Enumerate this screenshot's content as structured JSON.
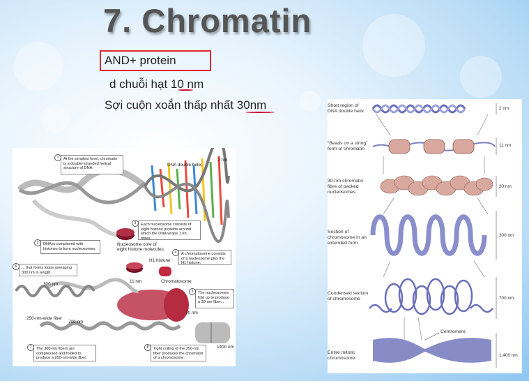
{
  "slide": {
    "title": "7. Chromatin",
    "bullets": [
      "AND+ protein",
      "d chuỗi hạt 10 nm",
      "Sợi cuộn xoắn thấp nhất 30nm"
    ],
    "colors": {
      "highlight_box": "#e0282e",
      "underline": "#c8102e"
    }
  },
  "left_figure": {
    "steps": [
      {
        "n": "1",
        "text": "At the simplest level, chromatin is a double-stranded helical structure of DNA."
      },
      {
        "n": "2",
        "text": "DNA is complexed with histones to form nucleosomes."
      },
      {
        "n": "3",
        "text": "Each nucleosome consists of eight histone proteins around which the DNA wraps 1.65 times."
      },
      {
        "n": "4",
        "text": "A chromatosome consists of a nucleosome plus the H1 histone."
      },
      {
        "n": "5",
        "text": "The nucleosomes fold up to produce a 30-nm fiber..."
      },
      {
        "n": "6",
        "text": "... that forms loops averaging 300 nm in length."
      },
      {
        "n": "7",
        "text": "The 300-nm fibers are compressed and folded to produce a 250-nm-wide fiber."
      },
      {
        "n": "8",
        "text": "Tight coiling of the 250-nm fiber produces the chromatid of a chromosome."
      }
    ],
    "labels": {
      "dna_helix": "DNA double helix",
      "nm2": "2 nm",
      "core": "Nucleosome core of eight histone molecules",
      "h1": "H1 histone",
      "nm11": "11 nm",
      "chromatosome": "Chromatosome",
      "nm30": "30 nm",
      "nm300": "300 nm",
      "fiber250": "250-nm-wide fiber",
      "nm700": "700 nm",
      "nm1400": "1400 nm"
    }
  },
  "right_figure": {
    "levels": [
      {
        "label": "Short region of DNA double helix",
        "size": "2 nm"
      },
      {
        "label": "“Beads on a string” form of chromatin",
        "size": "11 nm"
      },
      {
        "label": "30-nm chromatin fibre of packed nucleosomes",
        "size": "30 nm"
      },
      {
        "label": "Section of chromosome in an extended form",
        "size": "300 nm"
      },
      {
        "label": "Condensed section of chromosome",
        "size": "700 nm"
      },
      {
        "label": "Entire mitotic chromosome",
        "size": "1,400 nm"
      }
    ],
    "centromere": "Centromere"
  }
}
